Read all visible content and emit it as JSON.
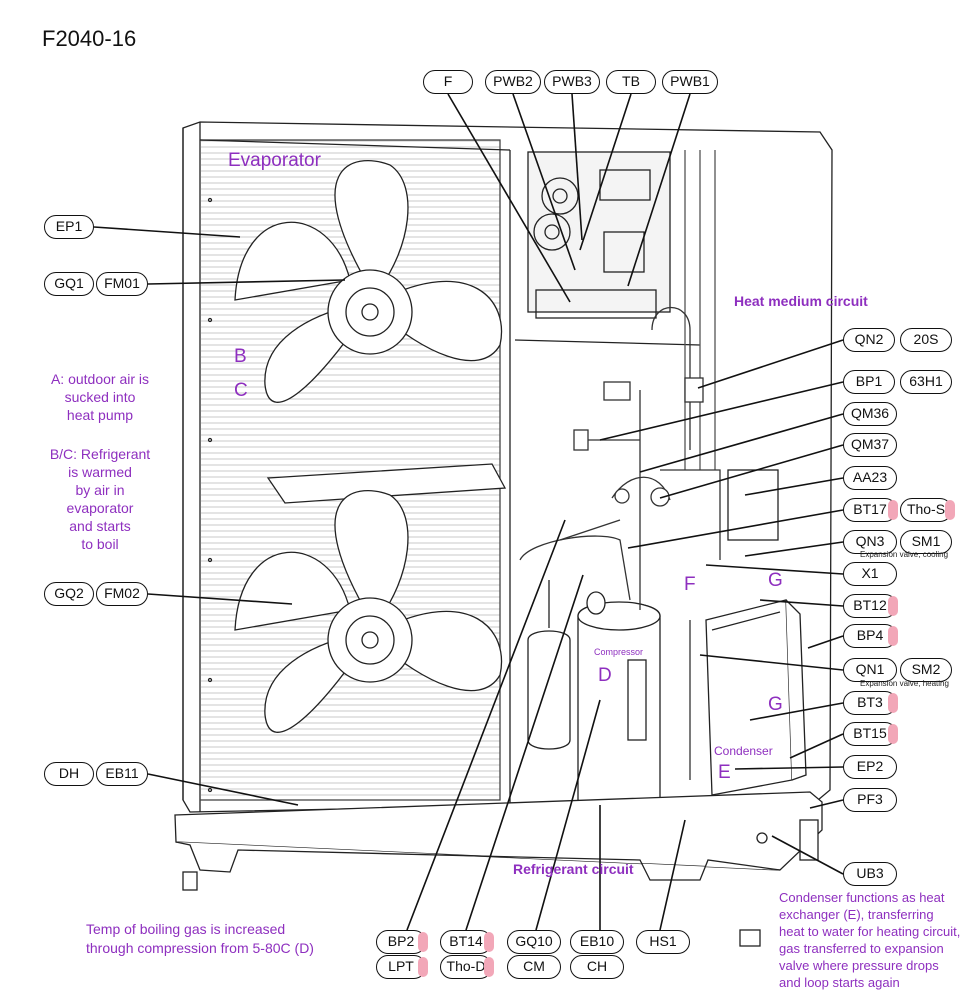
{
  "doc_id": "F2040-16",
  "top_pills": [
    "F",
    "PWB2",
    "PWB3",
    "TB",
    "PWB1"
  ],
  "left_pills": {
    "ep1": "EP1",
    "gq1": "GQ1",
    "fm01": "FM01",
    "gq2": "GQ2",
    "fm02": "FM02",
    "dh": "DH",
    "eb11": "EB11"
  },
  "right_pills": {
    "qn2": "QN2",
    "s20": "20S",
    "bp1": "BP1",
    "h63": "63H1",
    "qm36": "QM36",
    "qm37": "QM37",
    "aa23": "AA23",
    "bt17": "BT17",
    "thos": "Tho-S",
    "qn3": "QN3",
    "sm1": "SM1",
    "x1": "X1",
    "bt12": "BT12",
    "bp4": "BP4",
    "qn1": "QN1",
    "sm2": "SM2",
    "bt3": "BT3",
    "bt15": "BT15",
    "ep2": "EP2",
    "pf3": "PF3",
    "ub3": "UB3"
  },
  "bottom_pills": {
    "bp2": "BP2",
    "lpt": "LPT",
    "bt14": "BT14",
    "thod": "Tho-D",
    "gq10": "GQ10",
    "cm": "CM",
    "eb10": "EB10",
    "ch": "CH",
    "hs1": "HS1"
  },
  "small_notes": {
    "qn3_note": "Expansion valve, cooling",
    "qn1_note": "Expansion valve, heating"
  },
  "annotations": {
    "evaporator": "Evaporator",
    "heat_medium": "Heat medium circuit",
    "refrigerant": "Refrigerant circuit",
    "compressor": "Compressor",
    "condenser": "Condenser",
    "letter_b": "B",
    "letter_c": "C",
    "letter_d": "D",
    "letter_e": "E",
    "letter_f": "F",
    "letter_g1": "G",
    "letter_g2": "G",
    "note_a": "A: outdoor air is\nsucked into\nheat pump",
    "note_bc": "B/C: Refrigerant\nis warmed\nby air in\nevaporator\nand starts\nto boil",
    "note_temp": "Temp of boiling gas is increased\nthrough compression from 5-80C (D)",
    "note_condenser": "Condenser functions as heat\nexchanger (E), transferring\nheat to water for heating circuit,\ngas transferred to expansion\nvalve where pressure drops\nand loop starts again"
  },
  "colors": {
    "annotation": "#8e2fbf",
    "highlight": "#f2a7b8",
    "line": "#111111"
  }
}
